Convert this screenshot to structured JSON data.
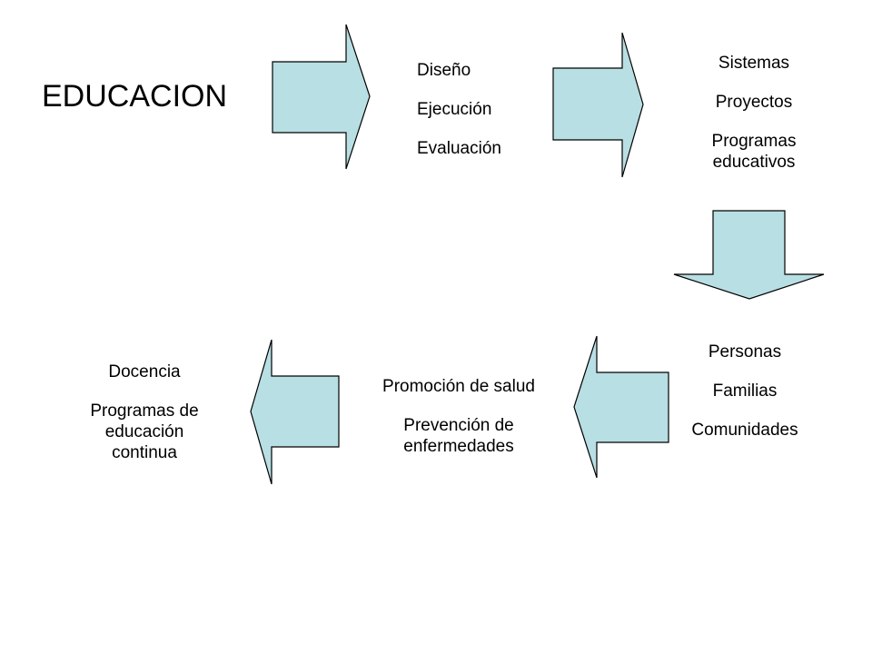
{
  "title": "EDUCACION",
  "blocks": {
    "b1": [
      "Diseño",
      "Ejecución",
      "Evaluación"
    ],
    "b2": [
      "Sistemas",
      "Proyectos",
      "Programas educativos"
    ],
    "b3": [
      "Personas",
      "Familias",
      "Comunidades"
    ],
    "b4": [
      "Promoción de salud",
      "Prevención de enfermedades"
    ],
    "b5": [
      "Docencia",
      "Programas de educación continua"
    ]
  },
  "colors": {
    "arrow_fill": "#b8dfe3",
    "arrow_stroke": "#000000"
  }
}
